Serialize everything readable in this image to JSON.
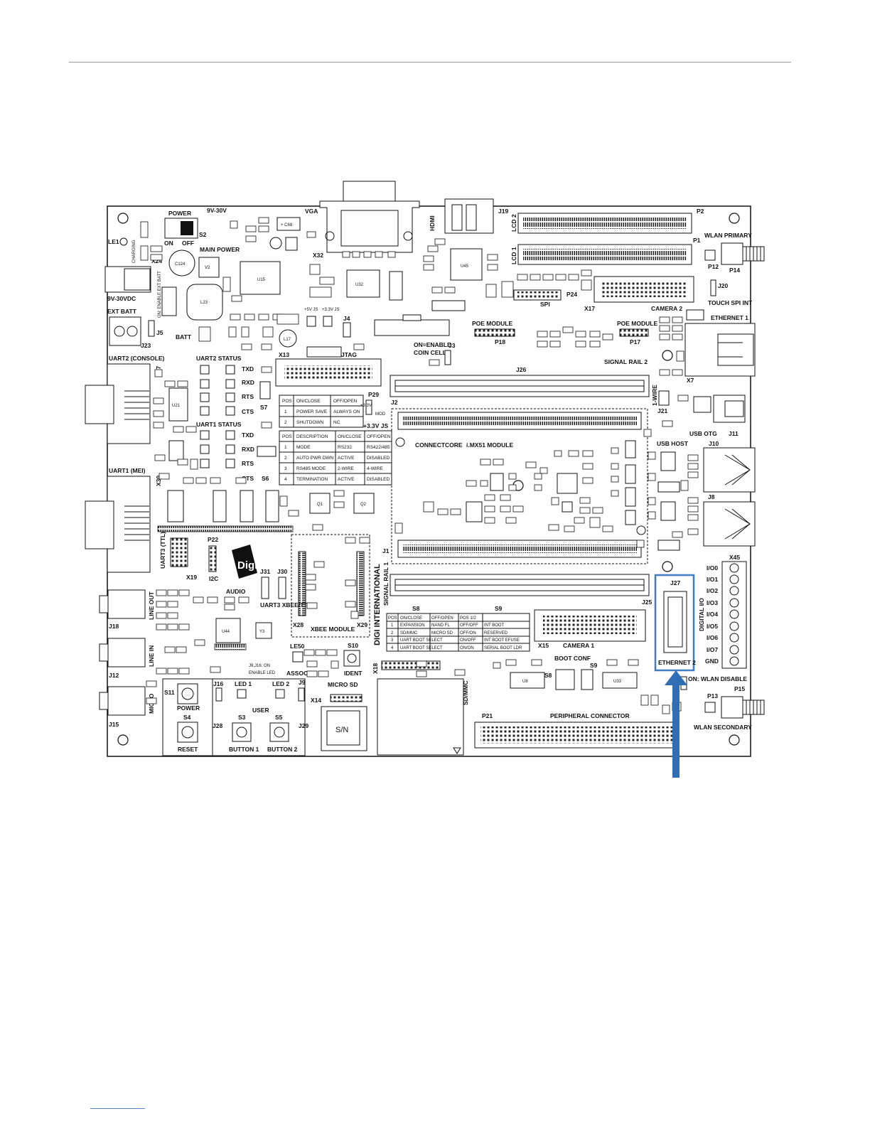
{
  "labels": {
    "vga": "VGA",
    "hdmi": "HDMI",
    "j19": "J19",
    "lcd2": "LCD 2",
    "lcd1": "LCD 1",
    "p2": "P2",
    "p1": "P1",
    "wlan_primary": "WLAN PRIMARY",
    "p12": "P12",
    "p14": "P14",
    "j20": "J20",
    "touch_spi_int": "TOUCH SPI INT",
    "power": "POWER",
    "v9_30": "9V-30V",
    "on": "ON",
    "off": "OFF",
    "s2": "S2",
    "main_power": "MAIN POWER",
    "x32": "X32",
    "charging": "CHARGING",
    "x24": "X24",
    "vdc": "9V-30VDC",
    "ext_batt": "EXT BATT",
    "j23": "J23",
    "j5": "J5",
    "batt": "BATT",
    "on_enable_ext_batt": "ON: ENABLE EXT BATT",
    "x13": "X13",
    "jtag": "JTAG",
    "j4": "J4",
    "v5_js": "+5V JS",
    "v33_js": "+3.3V JS",
    "spi": "SPI",
    "p24": "P24",
    "x17": "X17",
    "camera2": "CAMERA 2",
    "poe_module_l": "POE MODULE",
    "p18": "P18",
    "poe_module_r": "POE MODULE",
    "p17": "P17",
    "ethernet1": "ETHERNET 1",
    "x7": "X7",
    "on_enable": "ON=ENABLE",
    "coin_cell": "COIN CELL",
    "j3": "J3",
    "j26": "J26",
    "signal_rail2": "SIGNAL RAIL 2",
    "uart2_console": "UART2 (CONSOLE)",
    "uart2_status": "UART2 STATUS",
    "x27": "X27",
    "txd": "TXD",
    "rxd": "RXD",
    "rts": "RTS",
    "cts": "CTS",
    "s7": "S7",
    "uart1_status": "UART1 STATUS",
    "s6": "S6",
    "uart1_mei": "UART1 (MEI)",
    "x30": "X30",
    "p29": "P29",
    "v33": "+3.3V",
    "mod": "MOD",
    "j2": "J2",
    "v33_js2": "+3.3V JS",
    "one_wire": "1-WIRE",
    "j21": "J21",
    "usb_otg": "USB OTG",
    "j11": "J11",
    "usb_host": "USB HOST",
    "j10": "J10",
    "j8": "J8",
    "connectcore": "CONNECTCORE",
    "imx51": "i.MX51 MODULE",
    "uart3_ttl": "UART3 (TTL)",
    "x19": "X19",
    "p22": "P22",
    "i2c": "I2C",
    "digi": "Digi",
    "j31": "J31",
    "j30": "J30",
    "uart3_xbee": "UART3 XBEE/TTL",
    "j1": "J1",
    "digi_international": "DIGI INTERNATIONAL",
    "signal_rail1": "SIGNAL RAIL 1",
    "x45": "X45",
    "io": [
      "I/O0",
      "I/O1",
      "I/O2",
      "I/O3",
      "I/O4",
      "I/O5",
      "I/O6",
      "I/O7",
      "GND"
    ],
    "digital_io": "DIGITAL I/O",
    "j27": "J27",
    "j25": "J25",
    "ethernet2": "ETHERNET 2",
    "audio": "AUDIO",
    "line_out": "LINE OUT",
    "j18": "J18",
    "line_in": "LINE IN",
    "j12": "J12",
    "micro": "MICRO",
    "j15": "J15",
    "x28": "X28",
    "x29": "X29",
    "xbee_module": "XBEE MODULE",
    "led50": "LE50",
    "assoc": "ASSOC",
    "s10": "S10",
    "ident": "IDENT",
    "j9j16": "J9,J16: ON",
    "enable_led": "ENABLE LED",
    "s8": "S8",
    "s9": "S9",
    "x15": "X15",
    "camera1": "CAMERA 1",
    "x18": "X18",
    "sdmmc": "SD/MMC",
    "boot_conf": "BOOT CONF",
    "s8b": "S8",
    "s9b": "S9",
    "on_wlan_disable": "ON: WLAN DISABLE",
    "p13": "P13",
    "p15": "P15",
    "wlan_secondary": "WLAN SECONDARY",
    "s11": "S11",
    "power_btn": "POWER",
    "s4": "S4",
    "reset": "RESET",
    "j16": "J16",
    "led1": "LED 1",
    "led2": "LED 2",
    "j9": "J9",
    "user": "USER",
    "s3": "S3",
    "s5": "S5",
    "j28": "J28",
    "button1": "BUTTON 1",
    "button2": "BUTTON 2",
    "micro_sd": "MICRO SD",
    "x14": "X14",
    "j29": "J29",
    "p21": "P21",
    "peripheral_connector": "PERIPHERAL CONNECTOR",
    "sn": "S/N"
  },
  "table_s7": {
    "header": [
      "POS",
      "ON/CLOSE",
      "OFF/OPEN"
    ],
    "rows": [
      [
        "1",
        "POWER SAVE",
        "ALWAYS ON"
      ],
      [
        "2",
        "SHUTDOWN",
        "NC"
      ]
    ]
  },
  "table_s6": {
    "header": [
      "POS",
      "DESCRIPTION",
      "ON/CLOSE",
      "OFF/OPEN"
    ],
    "rows": [
      [
        "1",
        "MODE",
        "RS232",
        "RS422/485"
      ],
      [
        "2",
        "AUTO PWR DWN",
        "ACTIVE",
        "DISABLED"
      ],
      [
        "3",
        "RS485 MODE",
        "2-WIRE",
        "4-WIRE"
      ],
      [
        "4",
        "TERMINATION",
        "ACTIVE",
        "DISABLED"
      ]
    ]
  },
  "table_s8s9": {
    "header": [
      "POS",
      "ON/CLOSE",
      "OFF/OPEN",
      "POS 1/2",
      ""
    ],
    "rows": [
      [
        "1",
        "EXPANSION",
        "NAND FL",
        "OFF/OFF",
        "INT BOOT"
      ],
      [
        "2",
        "SD/MMC",
        "MICRO SD",
        "OFF/ON",
        "RESERVED"
      ],
      [
        "3",
        "UART BOOT SELECT",
        "",
        "ON/OFF",
        "INT BOOT EFUSE"
      ],
      [
        "4",
        "UART BOOT SELECT",
        "",
        "ON/ON",
        "SERIAL BOOT LDR"
      ]
    ]
  },
  "highlight": {
    "color": "#3d7ec4",
    "arrow_color": "#2f6db5"
  }
}
